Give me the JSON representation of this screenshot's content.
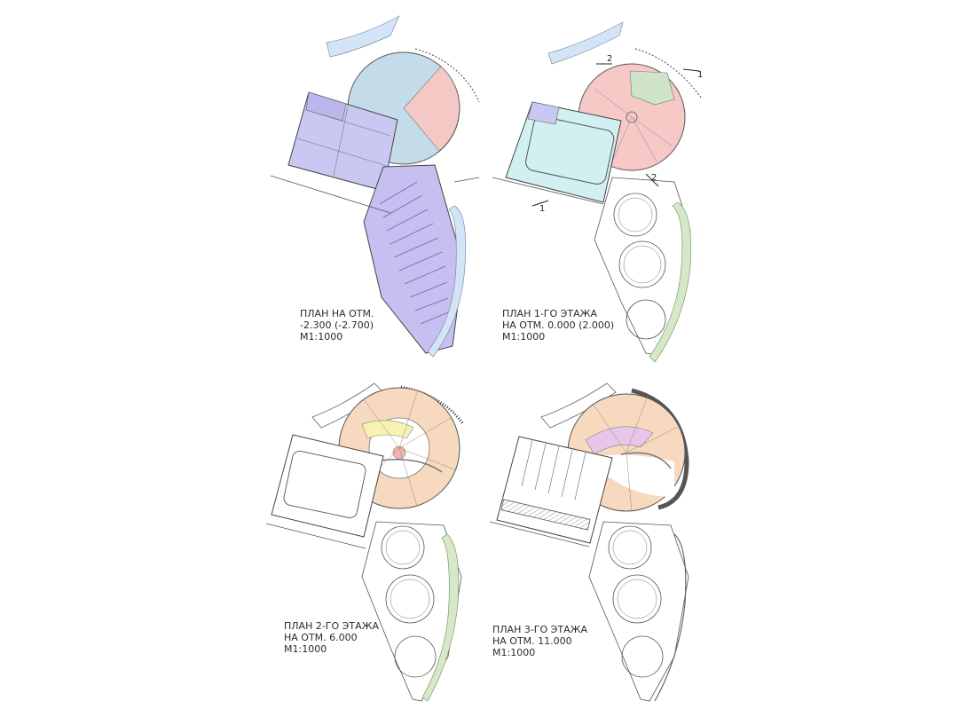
{
  "plans": [
    {
      "id": "basement",
      "title_line1": "ПЛАН НА ОТМ.",
      "title_line2": "-2.300 (-2.700)",
      "scale": "M1:1000",
      "zones": {
        "rect": "#c9c8f2",
        "circle": "#c4dcea",
        "circle_accent": "#f4c9c5",
        "tail": "#c7bff0",
        "strip": "#d3e4f6"
      }
    },
    {
      "id": "ground",
      "title_line1": "ПЛАН 1-ГО ЭТАЖА",
      "title_line2": "НА ОТМ. 0.000 (2.000)",
      "scale": "M1:1000",
      "zones": {
        "rect": "#d2f0f1",
        "circle": "#f6c9c7",
        "garden": "#cfe4c8",
        "strip": "#d6e8c9"
      },
      "section_marks": [
        "1",
        "2",
        "1",
        "2"
      ]
    },
    {
      "id": "second",
      "title_line1": "ПЛАН 2-ГО ЭТАЖА",
      "title_line2": "НА ОТМ. 6.000",
      "scale": "M1:1000",
      "zones": {
        "ring": "#f6d9bf",
        "inner": "#f6f3b2",
        "strip": "#d6e8c9"
      }
    },
    {
      "id": "third",
      "title_line1": "ПЛАН 3-ГО ЭТАЖА",
      "title_line2": "НА ОТМ. 11.000",
      "scale": "M1:1000",
      "zones": {
        "ring": "#f6d9bf",
        "inner": "#e8c6ea"
      }
    }
  ]
}
